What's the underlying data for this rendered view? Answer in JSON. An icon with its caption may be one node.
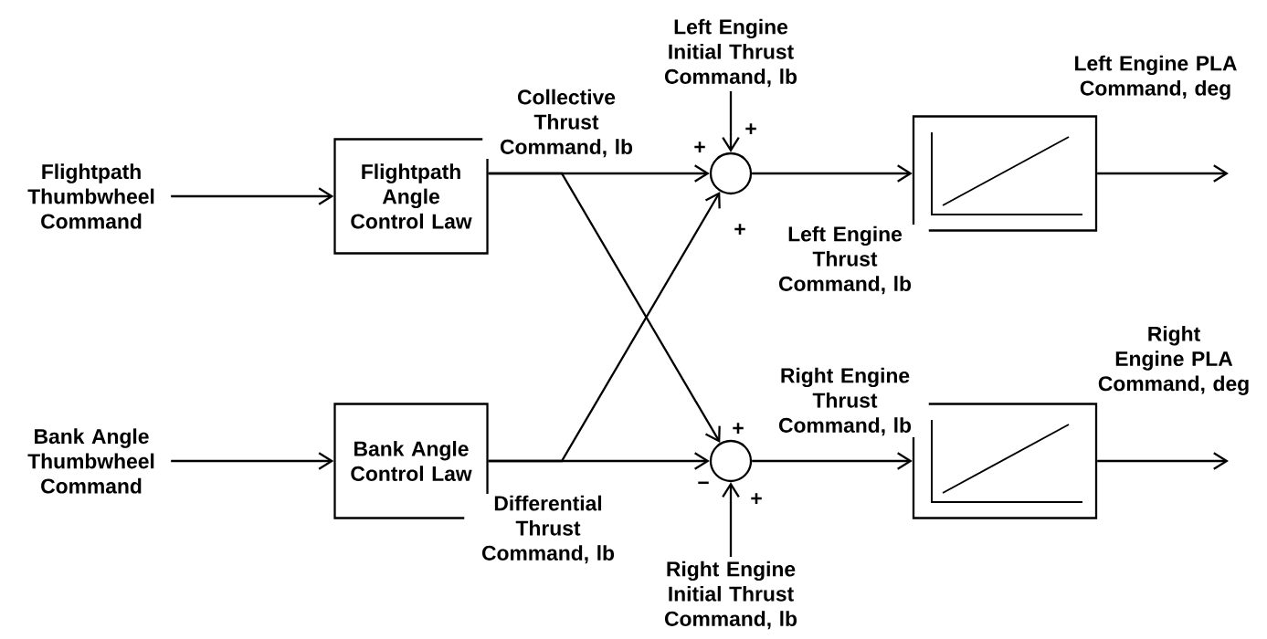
{
  "diagram": {
    "nodes": [
      {
        "text": [
          "Flightpath Thumbwheel Command"
        ]
      },
      {
        "text": [
          "Flightpath Angle Control Law"
        ]
      },
      {
        "text": [
          "Left Engine Initial Thrust Command, lb"
        ]
      },
      {
        "text": [],
        "shape": "circle"
      },
      {
        "text": [],
        "shape": "box"
      },
      {
        "text": [
          "Bank Angle Thumbwheel Command"
        ]
      },
      {
        "text": [
          "Bank Angle Control Law"
        ]
      },
      {
        "text": [],
        "shape": "circle"
      },
      {
        "text": [],
        "shape": "box"
      },
      {
        "text": [
          "Right Engine Initial Thrust Command, lb"
        ]
      }
    ],
    "edges": [
      {
        "from": 0,
        "to": 1,
        "arrow": "to"
      },
      {
        "from": 1,
        "to": 3,
        "arrow": "to",
        "label": "Collective Thrust Command, lb"
      },
      {
        "from": 1,
        "to": 7,
        "arrow": "to"
      },
      {
        "from": 2,
        "to": 3,
        "arrow": "to"
      },
      {
        "from": 3,
        "to": 4,
        "arrow": "to",
        "label": "Left Engine Thrust Command, lb"
      },
      {
        "from": 4,
        "to": null,
        "arrow": "to",
        "label": "Left Engine PLA Command, deg"
      },
      {
        "from": 5,
        "to": 6,
        "arrow": "to"
      },
      {
        "from": 6,
        "to": 7,
        "arrow": "to",
        "label": "Differential Thrust Command, lb"
      },
      {
        "from": 6,
        "to": 3,
        "arrow": "to"
      },
      {
        "from": 9,
        "to": 7,
        "arrow": "to"
      },
      {
        "from": 7,
        "to": 8,
        "arrow": "to",
        "label": "Right Engine Thrust Command, lb"
      },
      {
        "from": 8,
        "to": null,
        "arrow": "to",
        "label": "Right Engine PLA Command, deg"
      }
    ],
    "labels": [
      "+",
      "+",
      "+",
      "+",
      "−",
      "+"
    ]
  }
}
